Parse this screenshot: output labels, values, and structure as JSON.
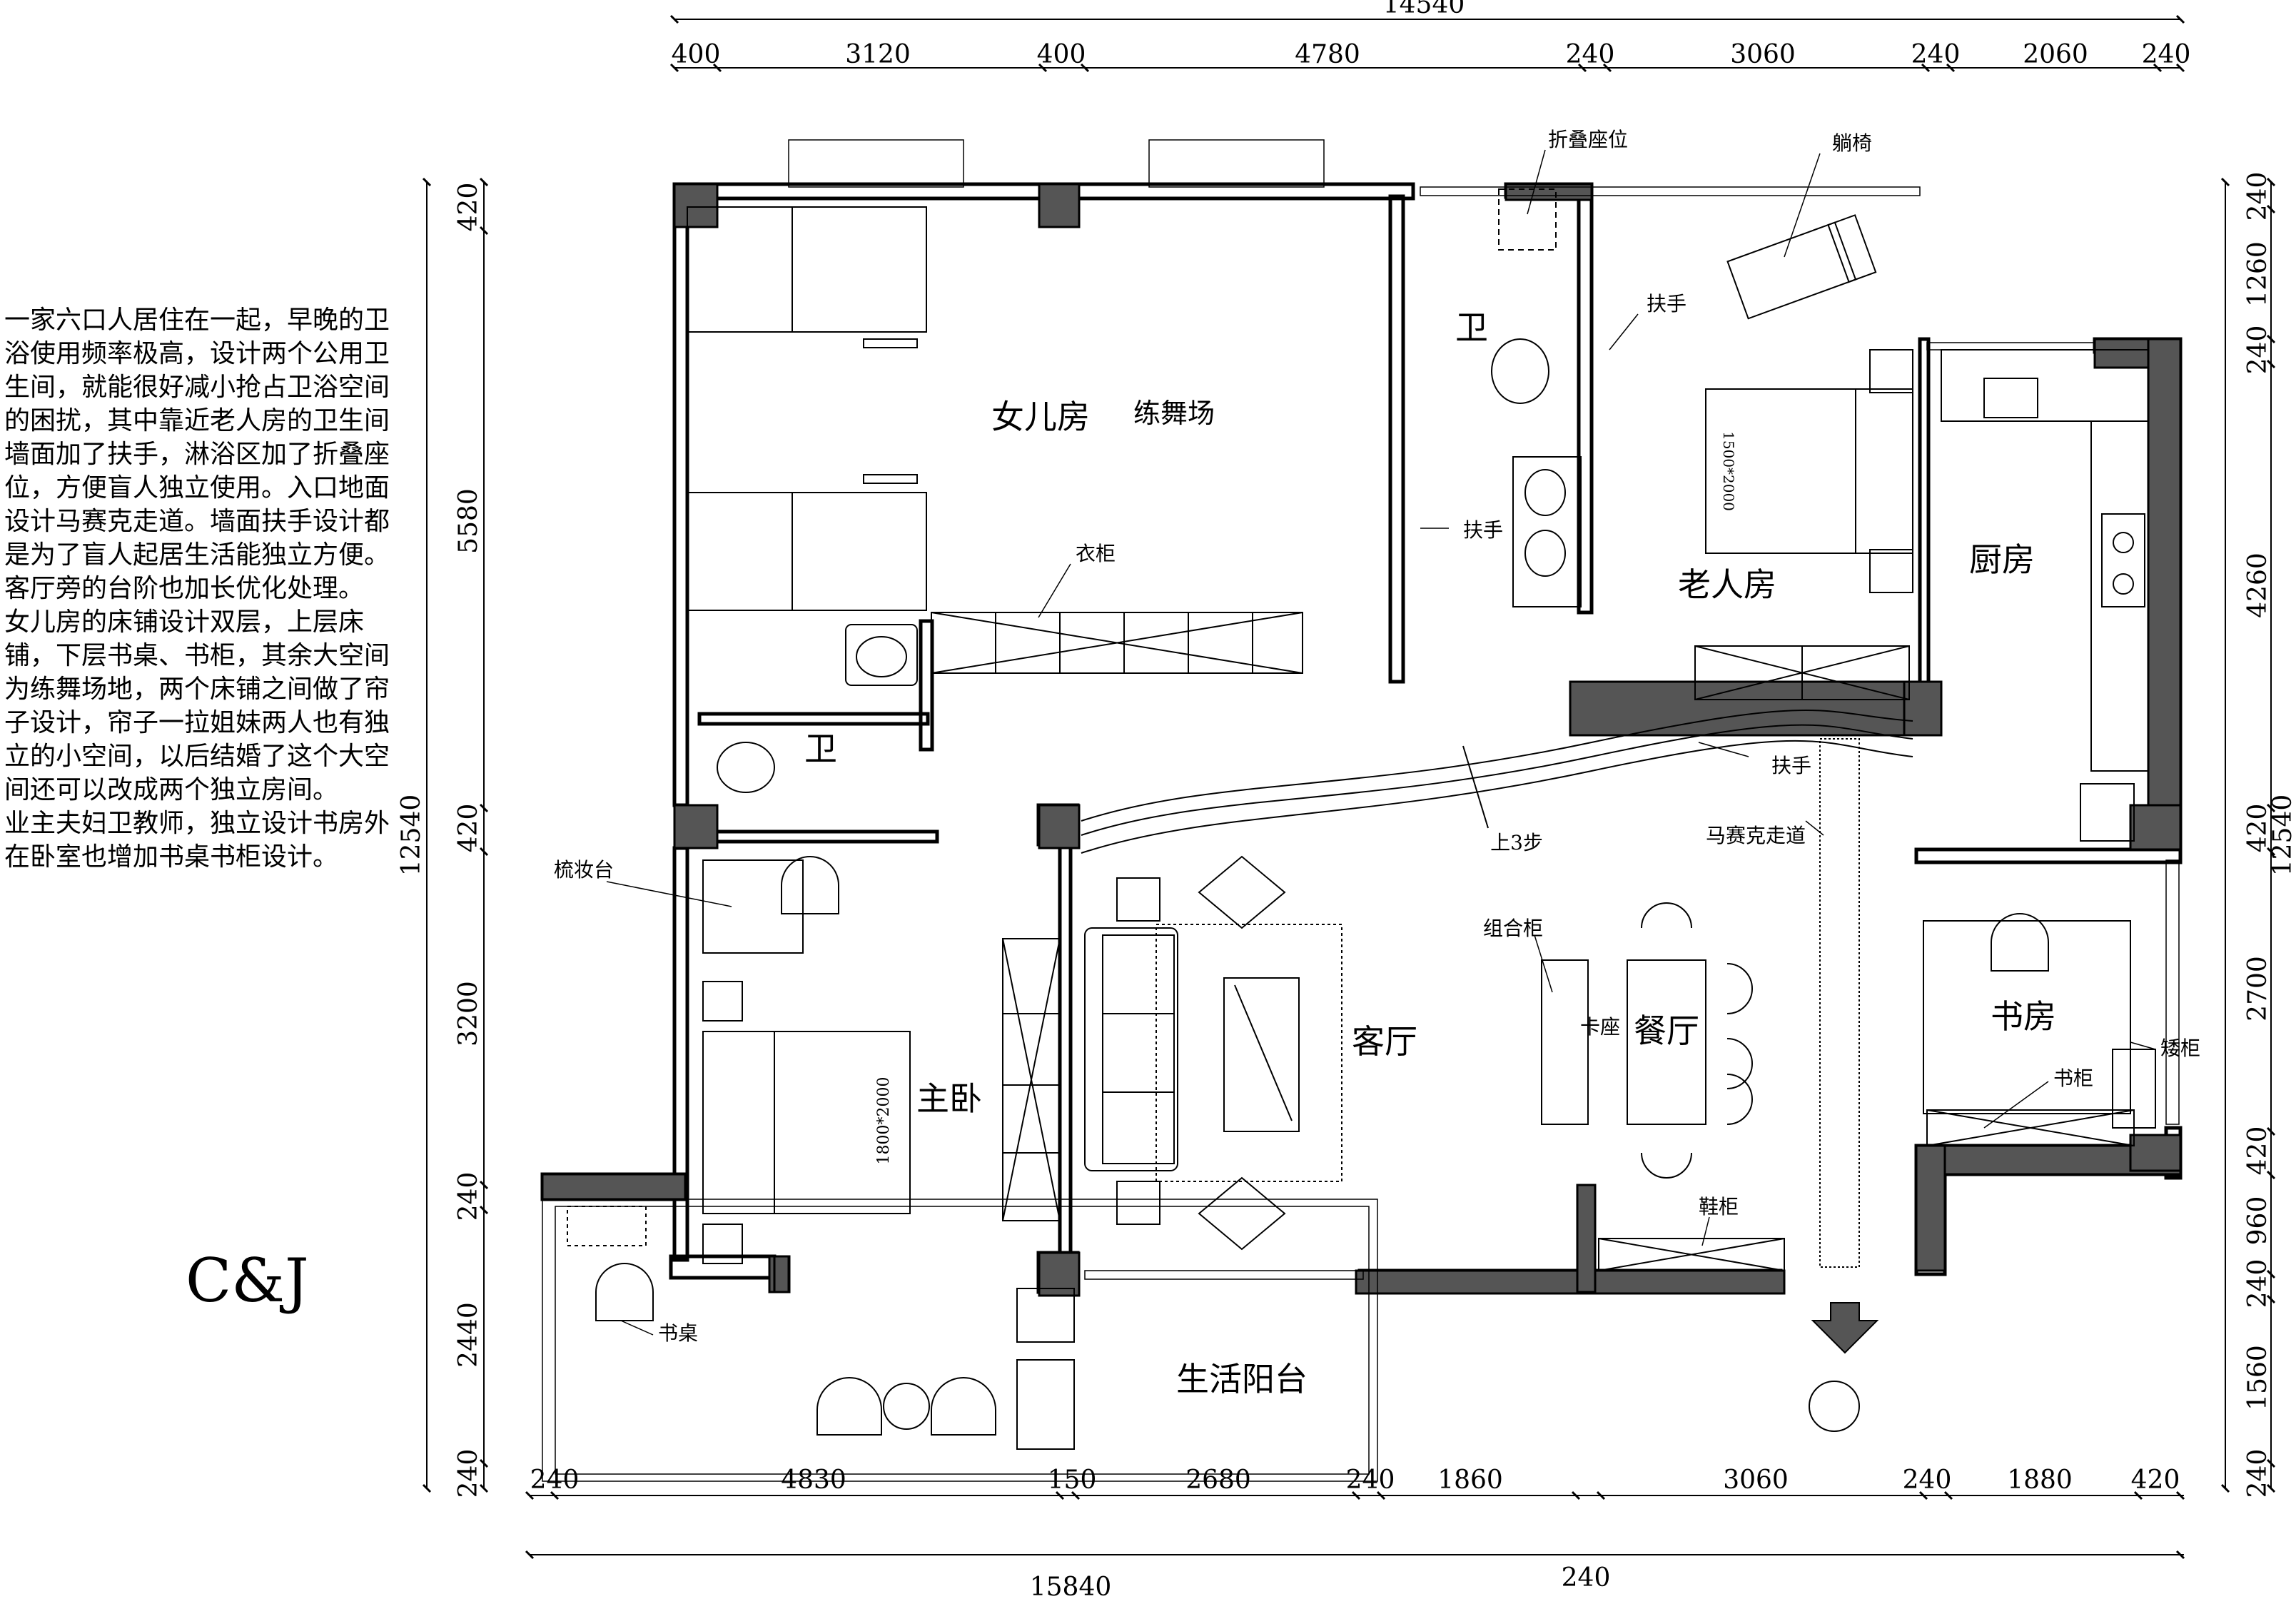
{
  "description": [
    "一家六口人居住在一起，早晚的卫浴使用频率极高，设计两个公用卫生间，就能很好减小抢占卫浴空间的困扰，其中靠近老人房的卫生间墙面加了扶手，淋浴区加了折叠座位，方便盲人独立使用。入口地面设计马赛克走道。墙面扶手设计都是为了盲人起居生活能独立方便。客厅旁的台阶也加长优化处理。",
    "女儿房的床铺设计双层，上层床铺，下层书桌、书柜，其余大空间为练舞场地，两个床铺之间做了帘子设计，帘子一拉姐妹两人也有独立的小空间，以后结婚了这个大空间还可以改成两个独立房间。",
    "业主夫妇卫教师，独立设计书房外在卧室也增加书桌书柜设计。"
  ],
  "brand": "C&J",
  "rooms": {
    "daughter_room": "女儿房",
    "dance_area": "练舞场",
    "bath_top": "卫",
    "bath_left": "卫",
    "elder_room": "老人房",
    "kitchen": "厨房",
    "living": "客厅",
    "dining": "餐厅",
    "master": "主卧",
    "study": "书房",
    "balcony": "生活阳台"
  },
  "labels": {
    "folding_seat": "折叠座位",
    "recliner": "躺椅",
    "handrail_1": "扶手",
    "handrail_2": "扶手",
    "handrail_3": "扶手",
    "wardrobe": "衣柜",
    "vanity": "梳妆台",
    "combo_cabinet": "组合柜",
    "booth": "卡座",
    "mosaic_path": "马赛克走道",
    "steps": "上3步",
    "low_cabinet": "矮柜",
    "bookcase": "书柜",
    "shoe_cabinet": "鞋柜",
    "desk": "书桌",
    "bed_elder": "1500*2000",
    "bed_master": "1800*2000"
  },
  "dimensions": {
    "top_total": "14540",
    "top": [
      "400",
      "3120",
      "400",
      "4780",
      "240",
      "3060",
      "240",
      "2060",
      "240"
    ],
    "bottom_total": "15840",
    "bottom_extra": "240",
    "bottom": [
      "240",
      "4830",
      "150",
      "2680",
      "240",
      "1860",
      "3060",
      "240",
      "1880",
      "420"
    ],
    "left_total": "12540",
    "left": [
      "420",
      "5580",
      "420",
      "3200",
      "240",
      "2440",
      "240"
    ],
    "right_total": "12540",
    "right": [
      "240",
      "1260",
      "240",
      "4260",
      "420",
      "2700",
      "420",
      "960",
      "240",
      "1560",
      "240"
    ]
  }
}
